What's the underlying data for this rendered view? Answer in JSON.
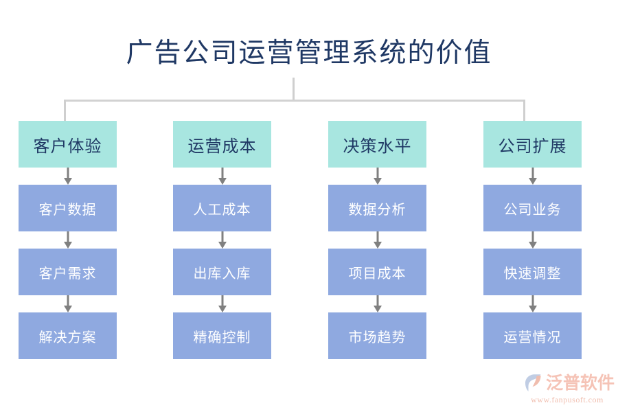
{
  "diagram": {
    "type": "flowchart",
    "title": "广告公司运营管理系统的价值",
    "columns": [
      {
        "header": "客户体验",
        "nodes": [
          "客户数据",
          "客户需求",
          "解决方案"
        ]
      },
      {
        "header": "运营成本",
        "nodes": [
          "人工成本",
          "出库入库",
          "精确控制"
        ]
      },
      {
        "header": "决策水平",
        "nodes": [
          "数据分析",
          "项目成本",
          "市场趋势"
        ]
      },
      {
        "header": "公司扩展",
        "nodes": [
          "公司业务",
          "快速调整",
          "运营情况"
        ]
      }
    ],
    "colors": {
      "title_text": "#1f3864",
      "header_fill": "#a8e6e0",
      "header_text": "#1f3864",
      "node_fill": "#8fa9e0",
      "node_text": "#ffffff",
      "connector": "#cfcfcf",
      "arrow": "#808080",
      "background": "#ffffff"
    }
  },
  "watermark": {
    "brand": "泛普软件",
    "url": "www.fanpusoft.com",
    "color": "#f0a08a"
  }
}
